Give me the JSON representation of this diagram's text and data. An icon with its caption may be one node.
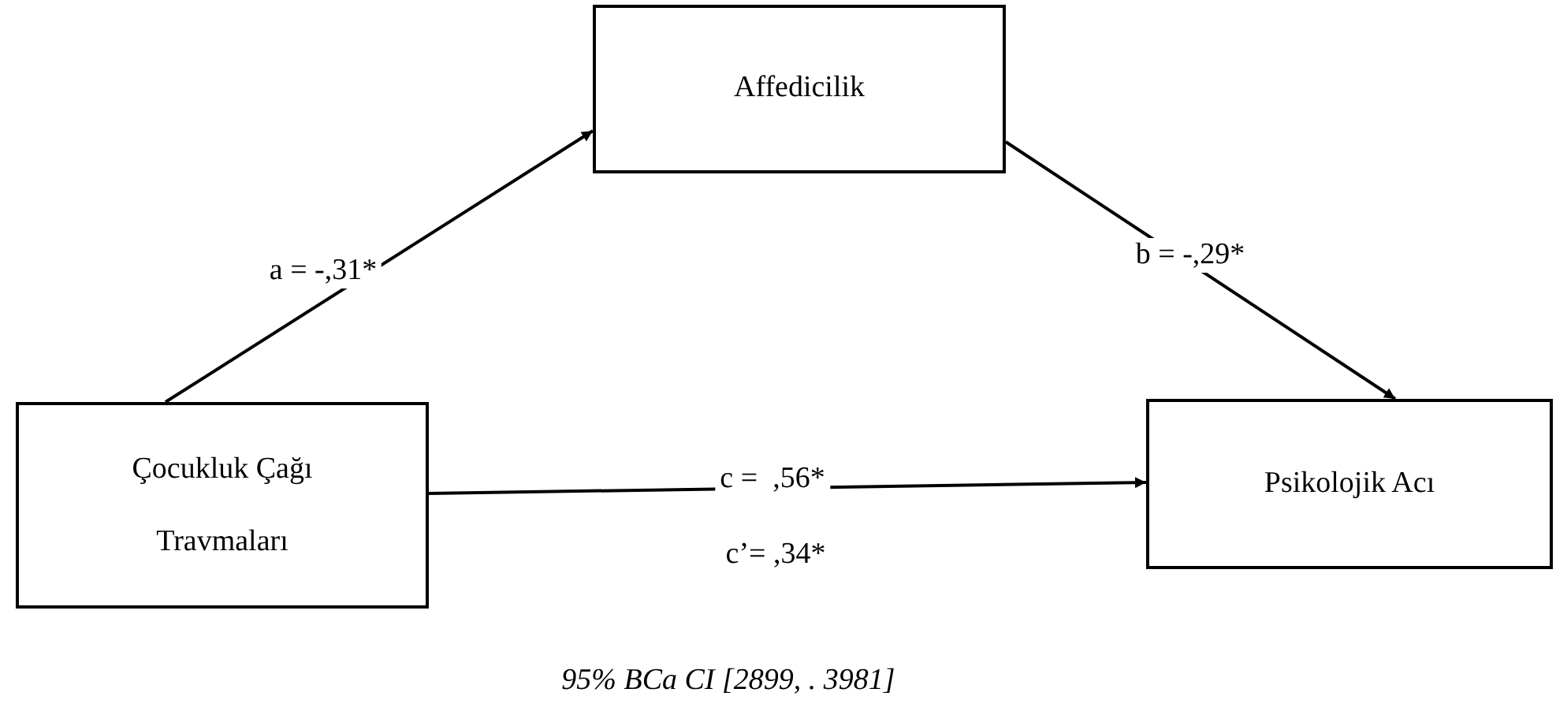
{
  "diagram": {
    "caption": "95% BCa CI [2899, . 3981]",
    "nodes": [
      {
        "text": [
          "Çocukluk Çağı Travmaları"
        ]
      },
      {
        "text": [
          "Affedicilik"
        ]
      },
      {
        "text": [
          "Psikolojik Acı"
        ]
      }
    ],
    "edges": [
      {
        "from": 0,
        "to": 1,
        "arrow": "to",
        "label": "a = -,31*"
      },
      {
        "from": 1,
        "to": 2,
        "arrow": "to",
        "label": "b = -,29*"
      },
      {
        "from": 0,
        "to": 2,
        "arrow": "to",
        "label": "c =  ,56*"
      }
    ],
    "labels": [
      "c’= ,34*"
    ]
  }
}
